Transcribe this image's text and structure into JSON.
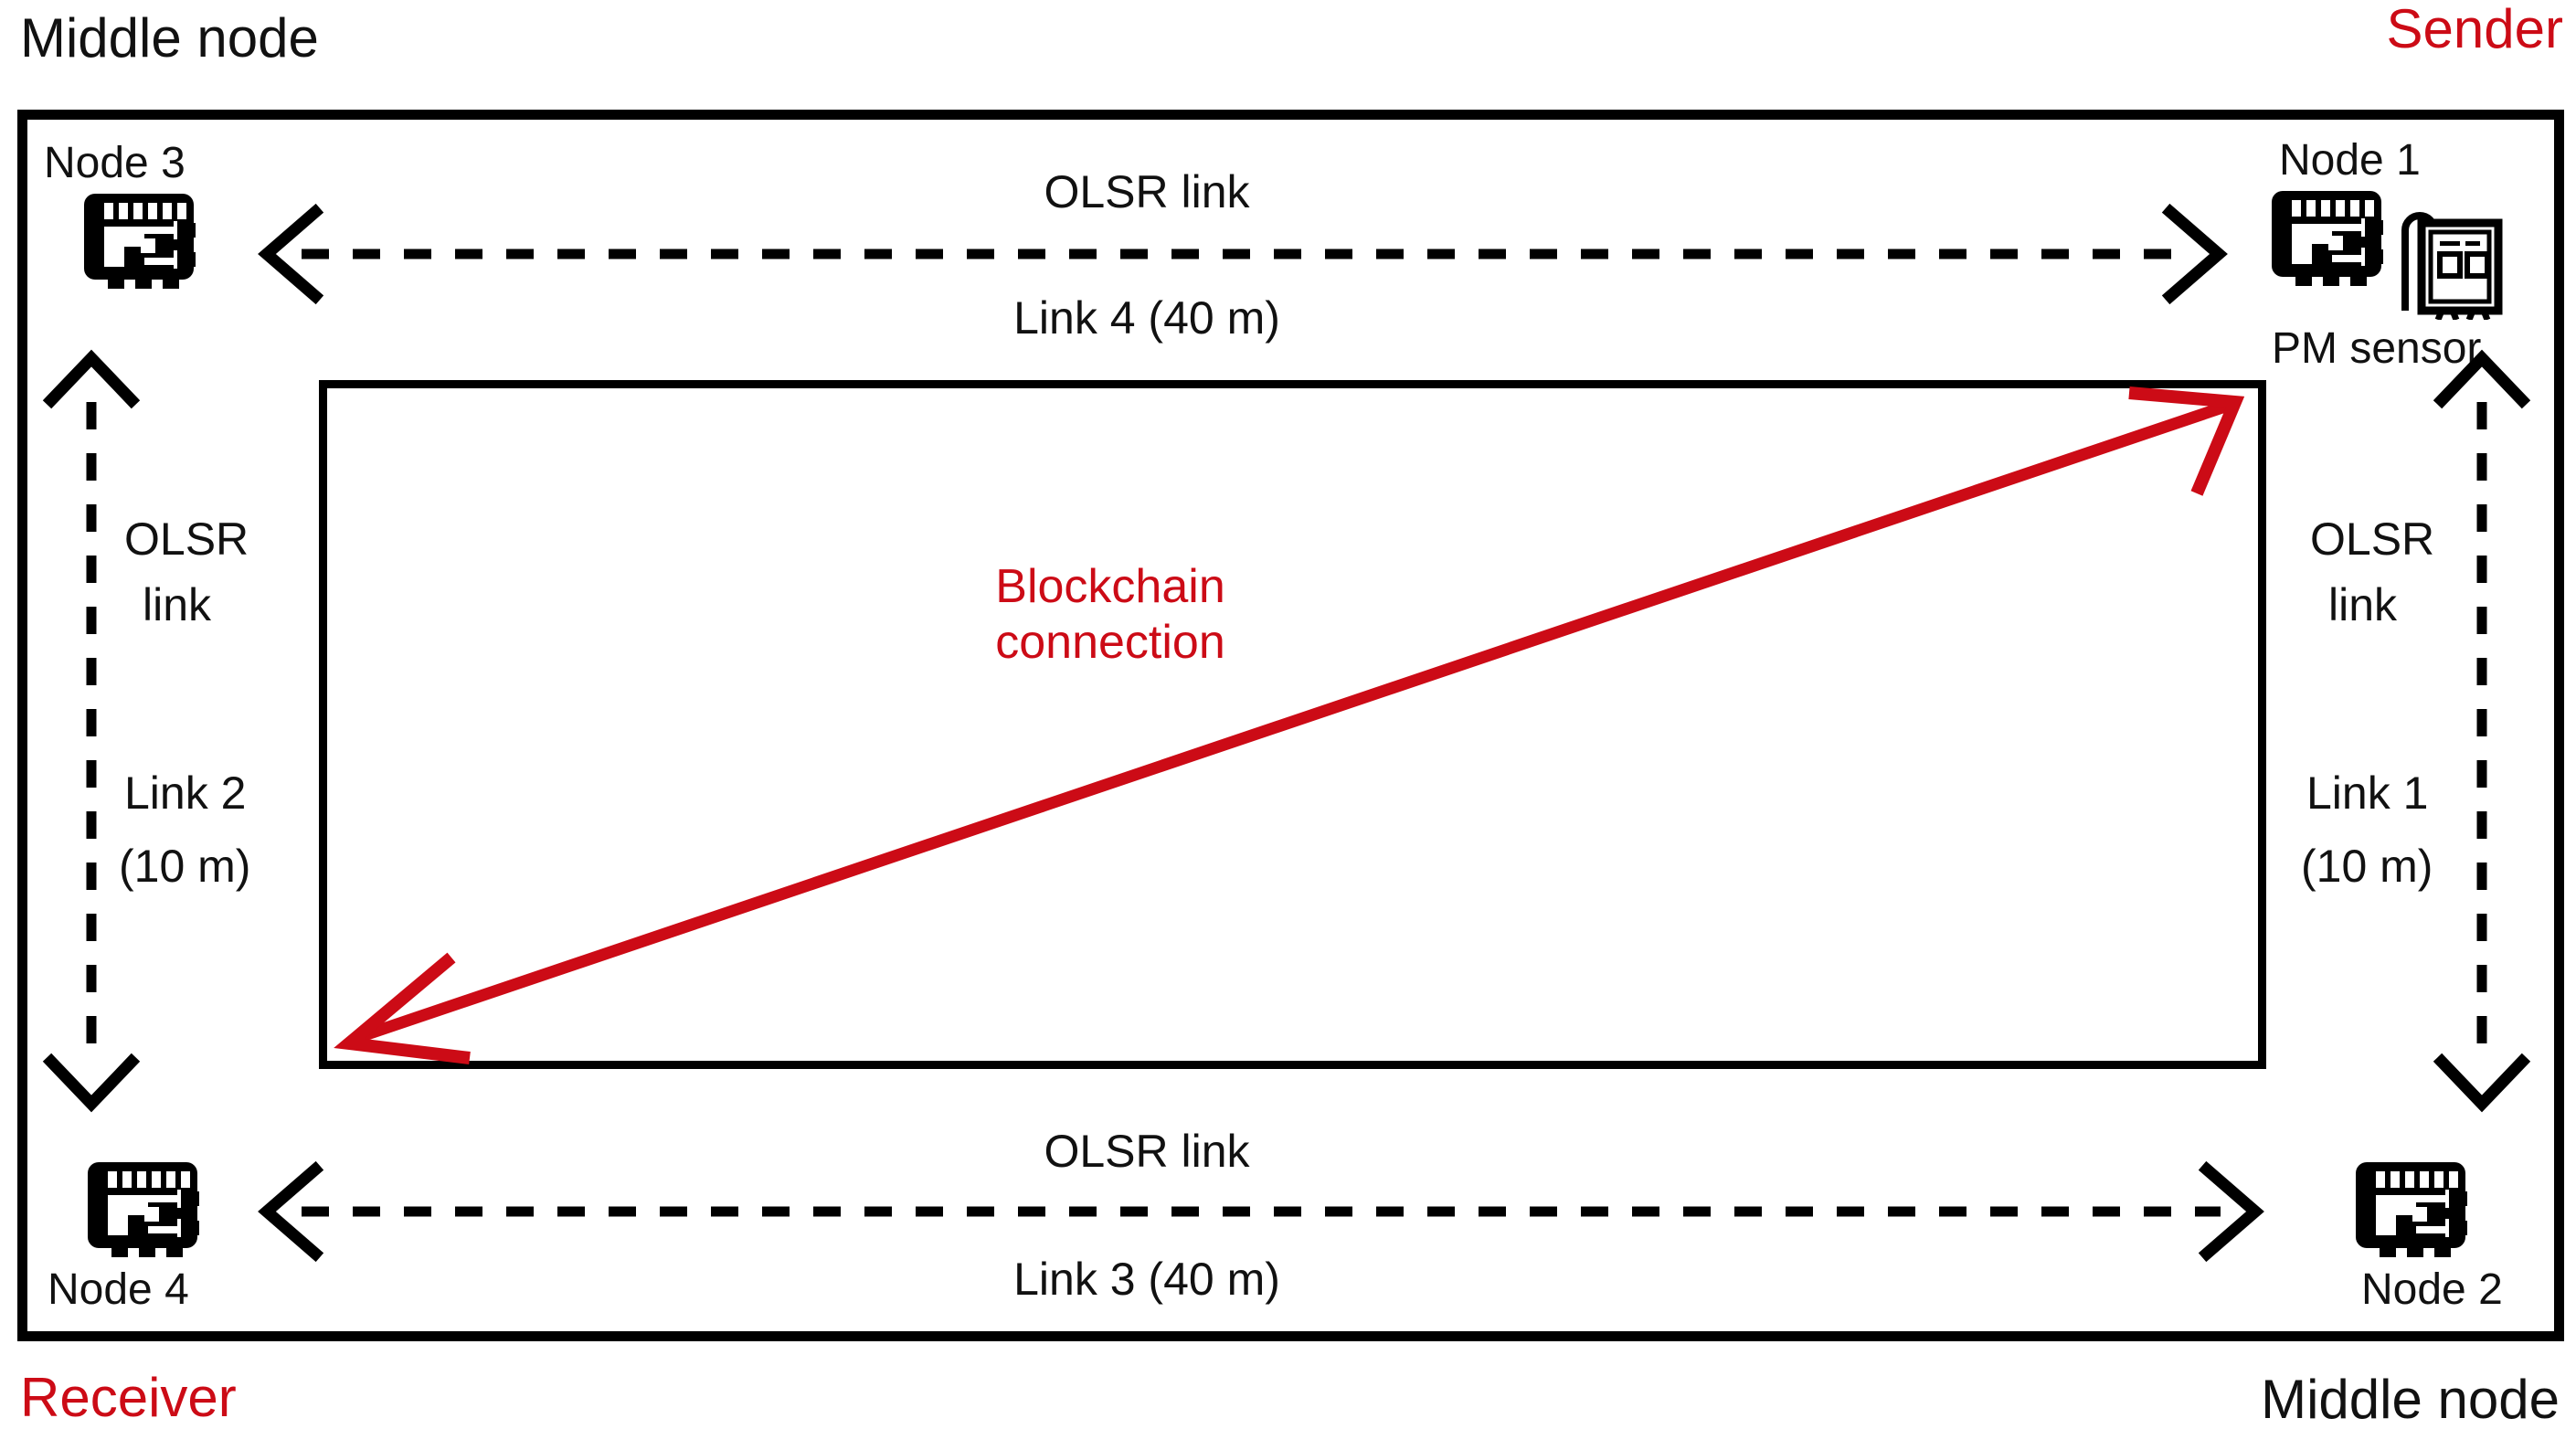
{
  "diagram": {
    "title": "Blockchain-enabled OLSR mesh network topology",
    "colors": {
      "accent_red": "#CC0B16",
      "line_black": "#000000",
      "background": "#FFFFFF"
    },
    "roles": {
      "top_left": "Middle node",
      "top_right": "Sender",
      "bottom_left": "Receiver",
      "bottom_right": "Middle node"
    },
    "nodes": [
      {
        "id": "node3",
        "label": "Node 3",
        "icon": "network-device-icon",
        "position": "top-left",
        "role": "Middle node",
        "label_position": "above"
      },
      {
        "id": "node1",
        "label": "Node 1",
        "icon": "network-device-icon",
        "position": "top-right",
        "role": "Sender",
        "label_position": "above",
        "attachment": "PM sensor",
        "attachment_icon": "pm-sensor-icon"
      },
      {
        "id": "node4",
        "label": "Node 4",
        "icon": "network-device-icon",
        "position": "bottom-left",
        "role": "Receiver",
        "label_position": "below"
      },
      {
        "id": "node2",
        "label": "Node 2",
        "icon": "network-device-icon",
        "position": "bottom-right",
        "role": "Middle node",
        "label_position": "below"
      }
    ],
    "sensor_label": "PM sensor",
    "links": [
      {
        "id": "link4",
        "protocol": "OLSR link",
        "name": "Link 4 (40 m)",
        "number": 4,
        "distance_m": 40,
        "orientation": "horizontal",
        "placement": "top",
        "endpoints": [
          "Node 3",
          "Node 1"
        ],
        "style": "dashed-double-arrow"
      },
      {
        "id": "link3",
        "protocol": "OLSR link",
        "name": "Link 3 (40 m)",
        "number": 3,
        "distance_m": 40,
        "orientation": "horizontal",
        "placement": "bottom",
        "endpoints": [
          "Node 4",
          "Node 2"
        ],
        "style": "dashed-double-arrow"
      },
      {
        "id": "link2",
        "protocol": "OLSR link",
        "name_line1": "Link 2",
        "name_line2": "(10 m)",
        "number": 2,
        "distance_m": 10,
        "orientation": "vertical",
        "placement": "left",
        "endpoints": [
          "Node 3",
          "Node 4"
        ],
        "style": "dashed-double-arrow",
        "protocol_line1": "OLSR",
        "protocol_line2": "link"
      },
      {
        "id": "link1",
        "protocol": "OLSR link",
        "name_line1": "Link 1",
        "name_line2": "(10 m)",
        "number": 1,
        "distance_m": 10,
        "orientation": "vertical",
        "placement": "right",
        "endpoints": [
          "Node 1",
          "Node 2"
        ],
        "style": "dashed-double-arrow",
        "protocol_line1": "OLSR",
        "protocol_line2": "link"
      }
    ],
    "blockchain": {
      "caption_line1": "Blockchain",
      "caption_line2": "connection",
      "style": "solid-red-double-arrow",
      "endpoints": [
        "Node 4",
        "Node 1"
      ]
    }
  }
}
